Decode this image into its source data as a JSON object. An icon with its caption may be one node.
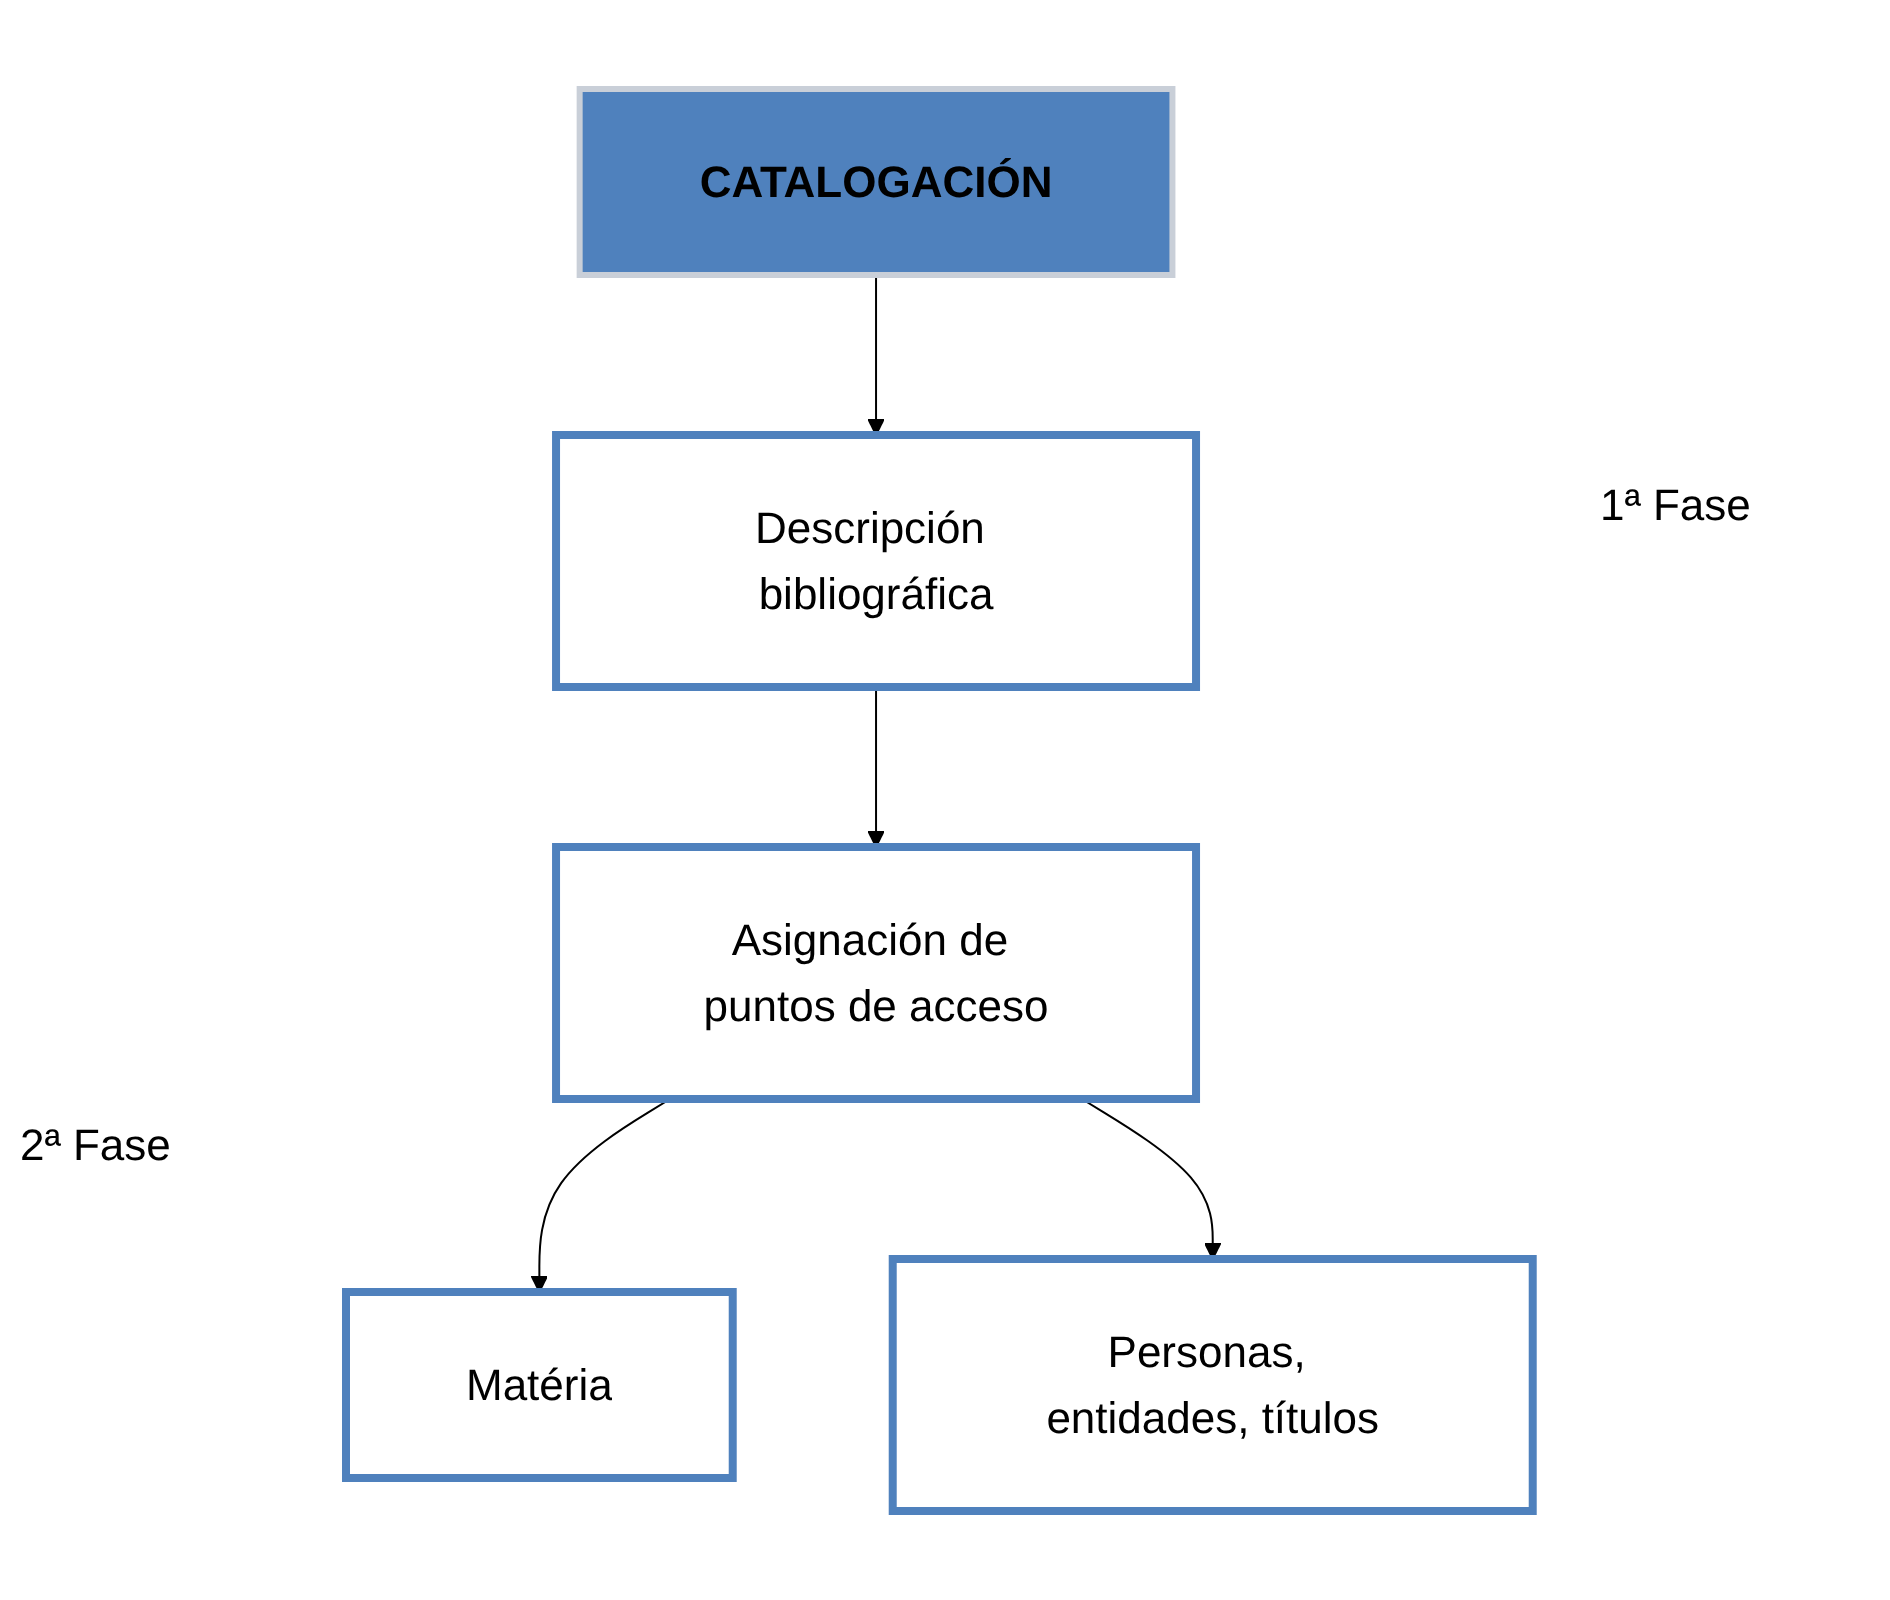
{
  "diagram": {
    "nodes": [
      {
        "text": [
          "CATALOGACIÓN"
        ]
      },
      {
        "text": [
          "Descripción bibliográfica"
        ]
      },
      {
        "text": [
          "Asignación de puntos de acceso"
        ]
      },
      {
        "text": [
          "Matéria"
        ]
      },
      {
        "text": [
          "Personas, entidades, títulos"
        ]
      }
    ],
    "edges": [
      {
        "from": 0,
        "to": 1,
        "arrow": "to"
      },
      {
        "from": 1,
        "to": 2,
        "arrow": "to"
      },
      {
        "from": 2,
        "to": 3,
        "arrow": "to"
      },
      {
        "from": 2,
        "to": 4,
        "arrow": "to"
      }
    ],
    "labels": [
      "1ª Fase",
      "2ª Fase"
    ]
  }
}
